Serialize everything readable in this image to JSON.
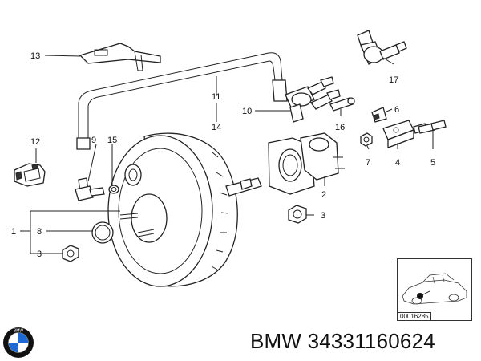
{
  "diagram": {
    "callouts": {
      "c1": "1",
      "c2": "2",
      "c3a": "3",
      "c3b": "3",
      "c4": "4",
      "c5": "5",
      "c6": "6",
      "c7": "7",
      "c8": "8",
      "c9": "9",
      "c10": "10",
      "c11": "11",
      "c12": "12",
      "c13": "13",
      "c14": "14",
      "c15": "15",
      "c16": "16",
      "c17": "17"
    },
    "ref_image_code": "00016285"
  },
  "brand": {
    "text": "BMW 34331160624",
    "logo_icon": "bmw-roundel-icon",
    "logo_colors": {
      "blue": "#1c69d4",
      "white": "#ffffff",
      "ring": "#111111"
    }
  }
}
